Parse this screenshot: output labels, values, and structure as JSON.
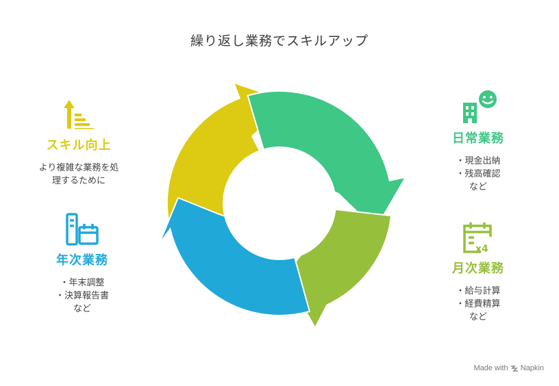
{
  "title": "繰り返し業務でスキルアップ",
  "colors": {
    "green": "#3ec785",
    "lime": "#96bf3c",
    "blue": "#20a8d8",
    "yellow": "#dccb12"
  },
  "blocks": {
    "skill": {
      "icon": "growth-chart-icon",
      "heading": "スキル向上",
      "lines": [
        "より複雑な業務を処",
        "理するために"
      ]
    },
    "daily": {
      "icon": "building-smile-icon",
      "heading": "日常業務",
      "lines": [
        "・現金出納",
        "・残高確認",
        "など"
      ]
    },
    "monthly": {
      "icon": "calendar-x4-icon",
      "heading": "月次業務",
      "lines": [
        "・給与計算",
        "・経費精算",
        "など"
      ]
    },
    "annual": {
      "icon": "document-calendar-icon",
      "heading": "年次業務",
      "lines": [
        "・年末調整",
        "・決算報告書",
        "など"
      ]
    }
  },
  "footer": {
    "made_with": "Made with",
    "brand": "Napkin"
  }
}
